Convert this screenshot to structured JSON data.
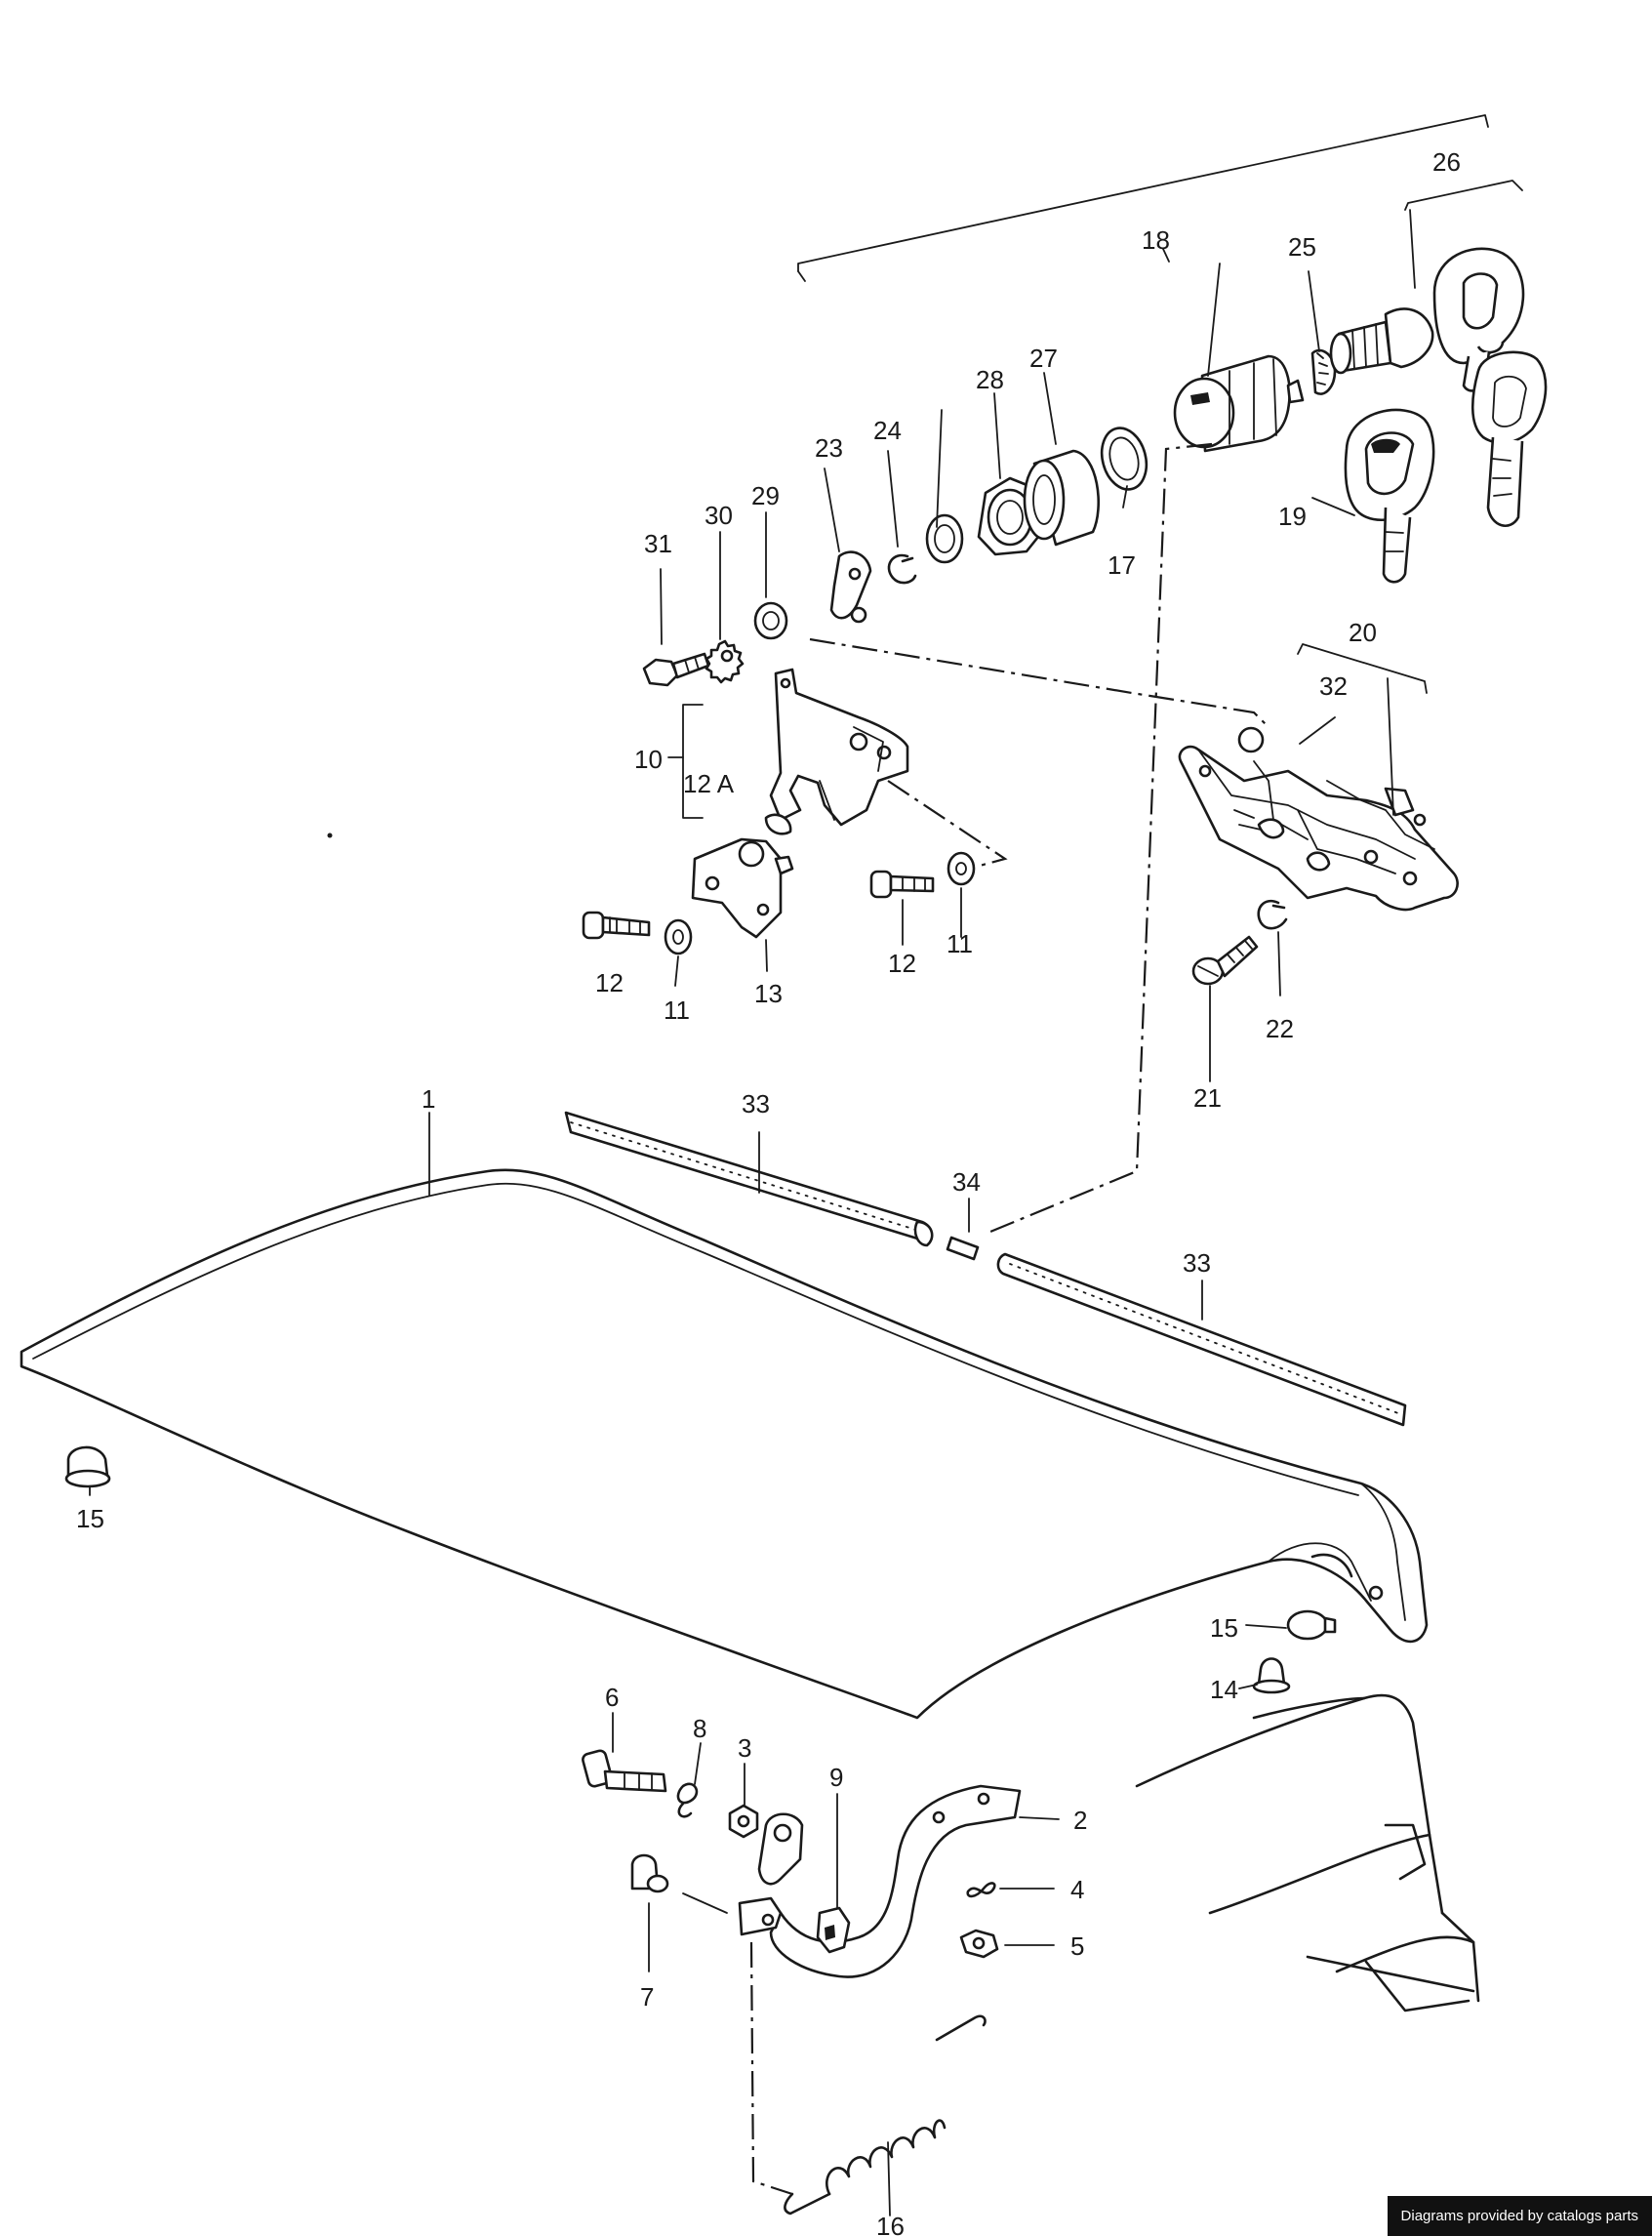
{
  "labels": {
    "l1": "1",
    "l2": "2",
    "l3": "3",
    "l4": "4",
    "l5": "5",
    "l6": "6",
    "l7": "7",
    "l8": "8",
    "l9": "9",
    "l10": "10",
    "l11a": "11",
    "l11b": "11",
    "l12a": "12",
    "l12b": "12",
    "l12A": "12 A",
    "l13": "13",
    "l14": "14",
    "l15a": "15",
    "l15b": "15",
    "l16": "16",
    "l17": "17",
    "l18": "18",
    "l19": "19",
    "l20": "20",
    "l21": "21",
    "l22": "22",
    "l23": "23",
    "l24": "24",
    "l25": "25",
    "l26": "26",
    "l27": "27",
    "l28": "28",
    "l29": "29",
    "l30": "30",
    "l31": "31",
    "l32": "32",
    "l33a": "33",
    "l33b": "33",
    "l34": "34"
  },
  "credit": "Diagrams provided by catalogs parts"
}
